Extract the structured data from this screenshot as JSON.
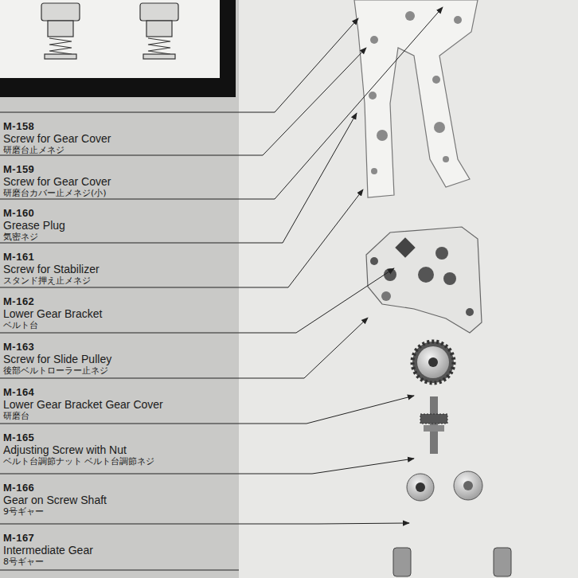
{
  "diagram": {
    "labels": [
      "M-158",
      "Screw for Gear Cover",
      "研磨台止メネジ",
      "M-159",
      "Screw for Gear Cover",
      "研磨台カバー止メネジ(小)",
      "M-160",
      "Grease Plug",
      "気密ネジ",
      "M-161",
      "Screw for Stabilizer",
      "スタンド押え止メネジ",
      "M-162",
      "Lower Gear Bracket",
      "ベルト台",
      "M-163",
      "Screw for Slide Pulley",
      "後部ベルトローラー止ネジ",
      "M-164",
      "Lower Gear Bracket Gear Cover",
      "研磨台",
      "M-165",
      "Adjusting Screw with Nut",
      "ベルト台調節ナット ベルト台調節ネジ",
      "M-166",
      "Gear on Screw Shaft",
      "9号ギャー",
      "M-167",
      "Intermediate Gear",
      "8号ギャー"
    ]
  }
}
